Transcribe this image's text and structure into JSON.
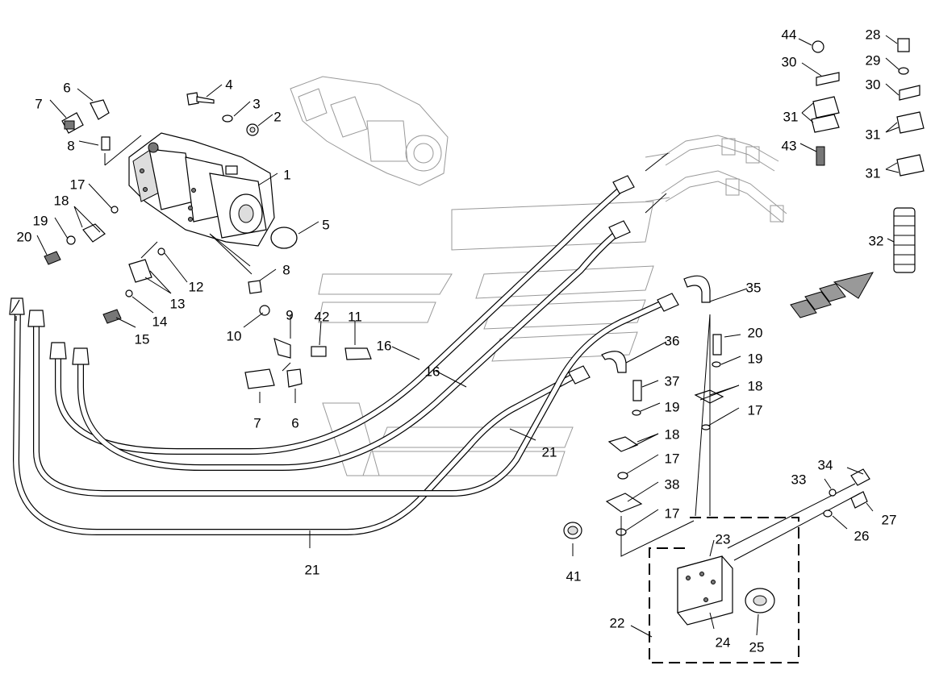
{
  "callouts": [
    {
      "id": "c6a",
      "text": "6"
    },
    {
      "id": "c7a",
      "text": "7"
    },
    {
      "id": "c8a",
      "text": "8"
    },
    {
      "id": "c17a",
      "text": "17"
    },
    {
      "id": "c18a",
      "text": "18"
    },
    {
      "id": "c19a",
      "text": "19"
    },
    {
      "id": "c20a",
      "text": "20"
    },
    {
      "id": "c4",
      "text": "4"
    },
    {
      "id": "c3",
      "text": "3"
    },
    {
      "id": "c2",
      "text": "2"
    },
    {
      "id": "c1",
      "text": "1"
    },
    {
      "id": "c5",
      "text": "5"
    },
    {
      "id": "c8b",
      "text": "8"
    },
    {
      "id": "c12",
      "text": "12"
    },
    {
      "id": "c13",
      "text": "13"
    },
    {
      "id": "c14",
      "text": "14"
    },
    {
      "id": "c15",
      "text": "15"
    },
    {
      "id": "c10",
      "text": "10"
    },
    {
      "id": "c9",
      "text": "9"
    },
    {
      "id": "c42",
      "text": "42"
    },
    {
      "id": "c11",
      "text": "11"
    },
    {
      "id": "c16a",
      "text": "16"
    },
    {
      "id": "c16b",
      "text": "16"
    },
    {
      "id": "c7b",
      "text": "7"
    },
    {
      "id": "c6b",
      "text": "6"
    },
    {
      "id": "c21a",
      "text": "21"
    },
    {
      "id": "c21b",
      "text": "21"
    },
    {
      "id": "c35",
      "text": "35"
    },
    {
      "id": "c36",
      "text": "36"
    },
    {
      "id": "c20b",
      "text": "20"
    },
    {
      "id": "c19b",
      "text": "19"
    },
    {
      "id": "c18b",
      "text": "18"
    },
    {
      "id": "c17b",
      "text": "17"
    },
    {
      "id": "c37",
      "text": "37"
    },
    {
      "id": "c19c",
      "text": "19"
    },
    {
      "id": "c18c",
      "text": "18"
    },
    {
      "id": "c17c",
      "text": "17"
    },
    {
      "id": "c38",
      "text": "38"
    },
    {
      "id": "c17d",
      "text": "17"
    },
    {
      "id": "c41",
      "text": "41"
    },
    {
      "id": "c23",
      "text": "23"
    },
    {
      "id": "c24",
      "text": "24"
    },
    {
      "id": "c25",
      "text": "25"
    },
    {
      "id": "c22",
      "text": "22"
    },
    {
      "id": "c33",
      "text": "33"
    },
    {
      "id": "c34",
      "text": "34"
    },
    {
      "id": "c27",
      "text": "27"
    },
    {
      "id": "c26",
      "text": "26"
    },
    {
      "id": "c44",
      "text": "44"
    },
    {
      "id": "c30a",
      "text": "30"
    },
    {
      "id": "c31a",
      "text": "31"
    },
    {
      "id": "c43",
      "text": "43"
    },
    {
      "id": "c28",
      "text": "28"
    },
    {
      "id": "c29",
      "text": "29"
    },
    {
      "id": "c30b",
      "text": "30"
    },
    {
      "id": "c31b",
      "text": "31"
    },
    {
      "id": "c31c",
      "text": "31"
    },
    {
      "id": "c32",
      "text": "32"
    }
  ]
}
